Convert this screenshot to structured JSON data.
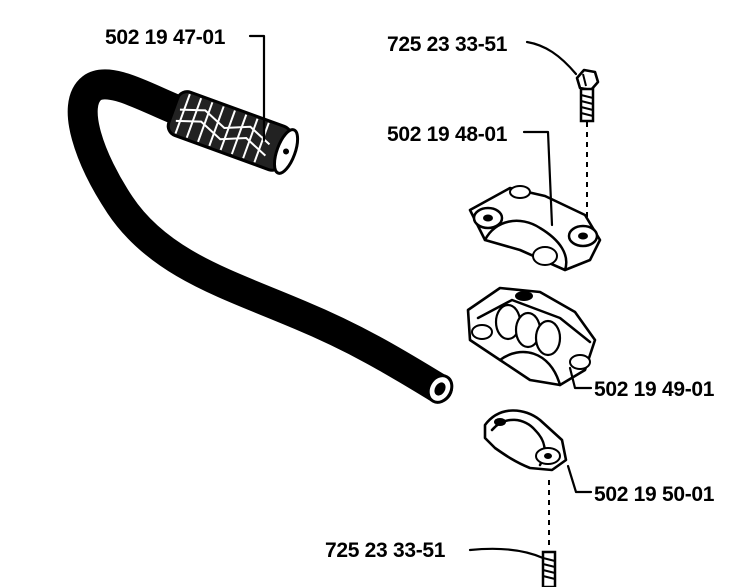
{
  "parts": [
    {
      "id": "handlebar",
      "number": "502 19 47-01"
    },
    {
      "id": "screw-top",
      "number": "725 23 33-51"
    },
    {
      "id": "clamp-upper",
      "number": "502 19 48-01"
    },
    {
      "id": "clamp-middle",
      "number": "502 19 49-01"
    },
    {
      "id": "clamp-lower",
      "number": "502 19 50-01"
    },
    {
      "id": "screw-bottom",
      "number": "725 23 33-51"
    }
  ]
}
